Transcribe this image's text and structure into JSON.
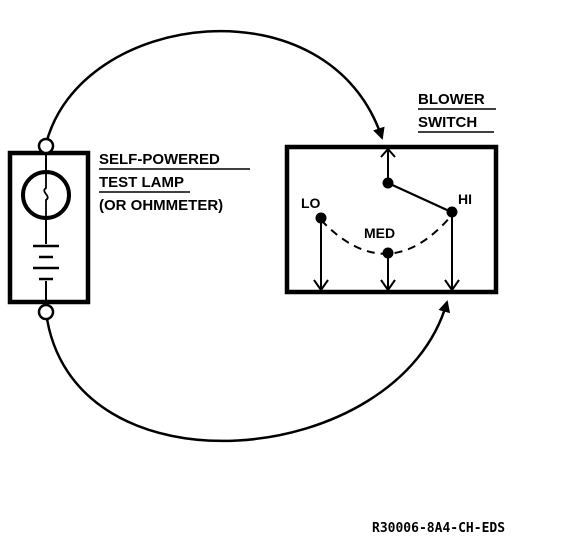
{
  "tester": {
    "label_line1": "SELF-POWERED",
    "label_line2": "TEST LAMP",
    "label_line3": "(OR OHMMETER)"
  },
  "switch": {
    "title_line1": "BLOWER",
    "title_line2": "SWITCH",
    "positions": [
      "LO",
      "MED",
      "HI"
    ]
  },
  "figure_id": "R30006-8A4-CH-EDS",
  "colors": {
    "ink": "#000000",
    "paper": "#ffffff"
  }
}
